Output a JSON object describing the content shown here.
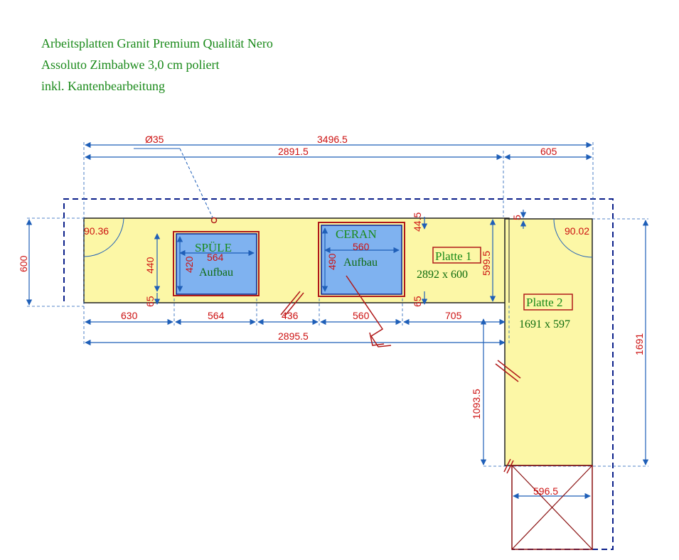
{
  "title": {
    "line1": "Arbeitsplatten Granit Premium Qualität Nero",
    "line2": "Assoluto Zimbabwe 3,0 cm poliert",
    "line3": "inkl. Kantenbearbeitung"
  },
  "colors": {
    "slab": "#fcf7a6",
    "cutout": "#7fb2f0",
    "dimension": "#1f5fb8",
    "text_red": "#cc1111",
    "text_green": "#1a8a1a",
    "outline_dark": "#0b1f8a"
  },
  "dimensions": {
    "hole_dia": "Ø35",
    "total_width": "3496.5",
    "top_width": "2891.5",
    "right_width": "605",
    "depth_left": "600",
    "radius_left": "90.36",
    "radius_right": "90.02",
    "sink_depth": "440",
    "sink_inner_depth": "420",
    "sink_inner_width": "564",
    "sink_front_gap": "65",
    "ceran_inner_width": "560",
    "ceran_depth": "490",
    "ceran_front_gap": "65",
    "top_gap": "44.5",
    "depth_right": "599.5",
    "join_gap": "5",
    "seg_1": "630",
    "seg_2": "564",
    "seg_3": "436",
    "seg_4": "560",
    "seg_5": "705",
    "bottom_total": "2895.5",
    "plate2_height_inner": "1093.5",
    "plate2_height_total": "1691",
    "plate2_bottom_width": "596.5"
  },
  "labels": {
    "sink": "SPÜLE",
    "sink_mount": "Aufbau",
    "ceran": "CERAN",
    "ceran_mount": "Aufbau",
    "plate1": "Platte 1",
    "plate1_size": "2892 x 600",
    "plate2": "Platte 2",
    "plate2_size": "1691 x 597"
  }
}
